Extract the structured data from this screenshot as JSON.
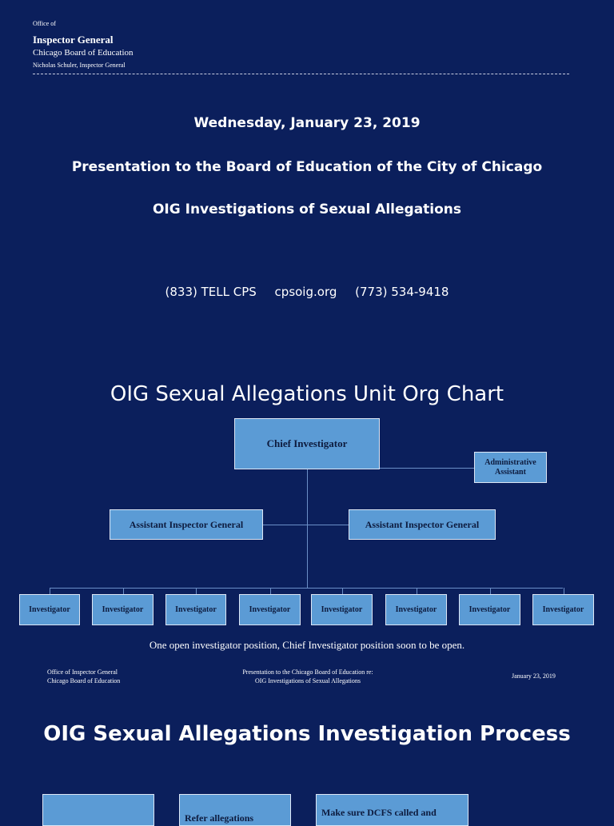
{
  "header": {
    "office_of": "Office of",
    "inspector_general": "Inspector General",
    "org": "Chicago Board of Education",
    "name_line": "Nicholas Schuler, Inspector General"
  },
  "title_block": {
    "date": "Wednesday, January 23, 2019",
    "presentation": "Presentation to the Board of Education of the City of Chicago",
    "subject": "OIG Investigations of Sexual Allegations"
  },
  "contact": {
    "phone1": "(833) TELL CPS",
    "website": "cpsoig.org",
    "phone2": "(773) 534-9418"
  },
  "org_chart": {
    "title": "OIG Sexual Allegations Unit Org Chart",
    "chief": "Chief Investigator",
    "admin": "Administrative Assistant",
    "aig_left": "Assistant Inspector General",
    "aig_right": "Assistant Inspector General",
    "investigators": [
      "Investigator",
      "Investigator",
      "Investigator",
      "Investigator",
      "Investigator",
      "Investigator",
      "Investigator",
      "Investigator"
    ],
    "note": "One open investigator position, Chief Investigator position soon to be open."
  },
  "footer": {
    "left_line1": "Office of Inspector General",
    "left_line2": "Chicago Board of Education",
    "center_line1": "Presentation to the Chicago Board of Education re:",
    "center_line2": "OIG Investigations of Sexual Allegations",
    "right": "January 23, 2019"
  },
  "process": {
    "title": "OIG Sexual Allegations Investigation Process",
    "box1": "",
    "box2": "Refer allegations",
    "box3": "Make sure DCFS called and"
  },
  "colors": {
    "background": "#0b1f5c",
    "box_fill": "#5b9bd5",
    "connector": "#6b8fc7"
  }
}
